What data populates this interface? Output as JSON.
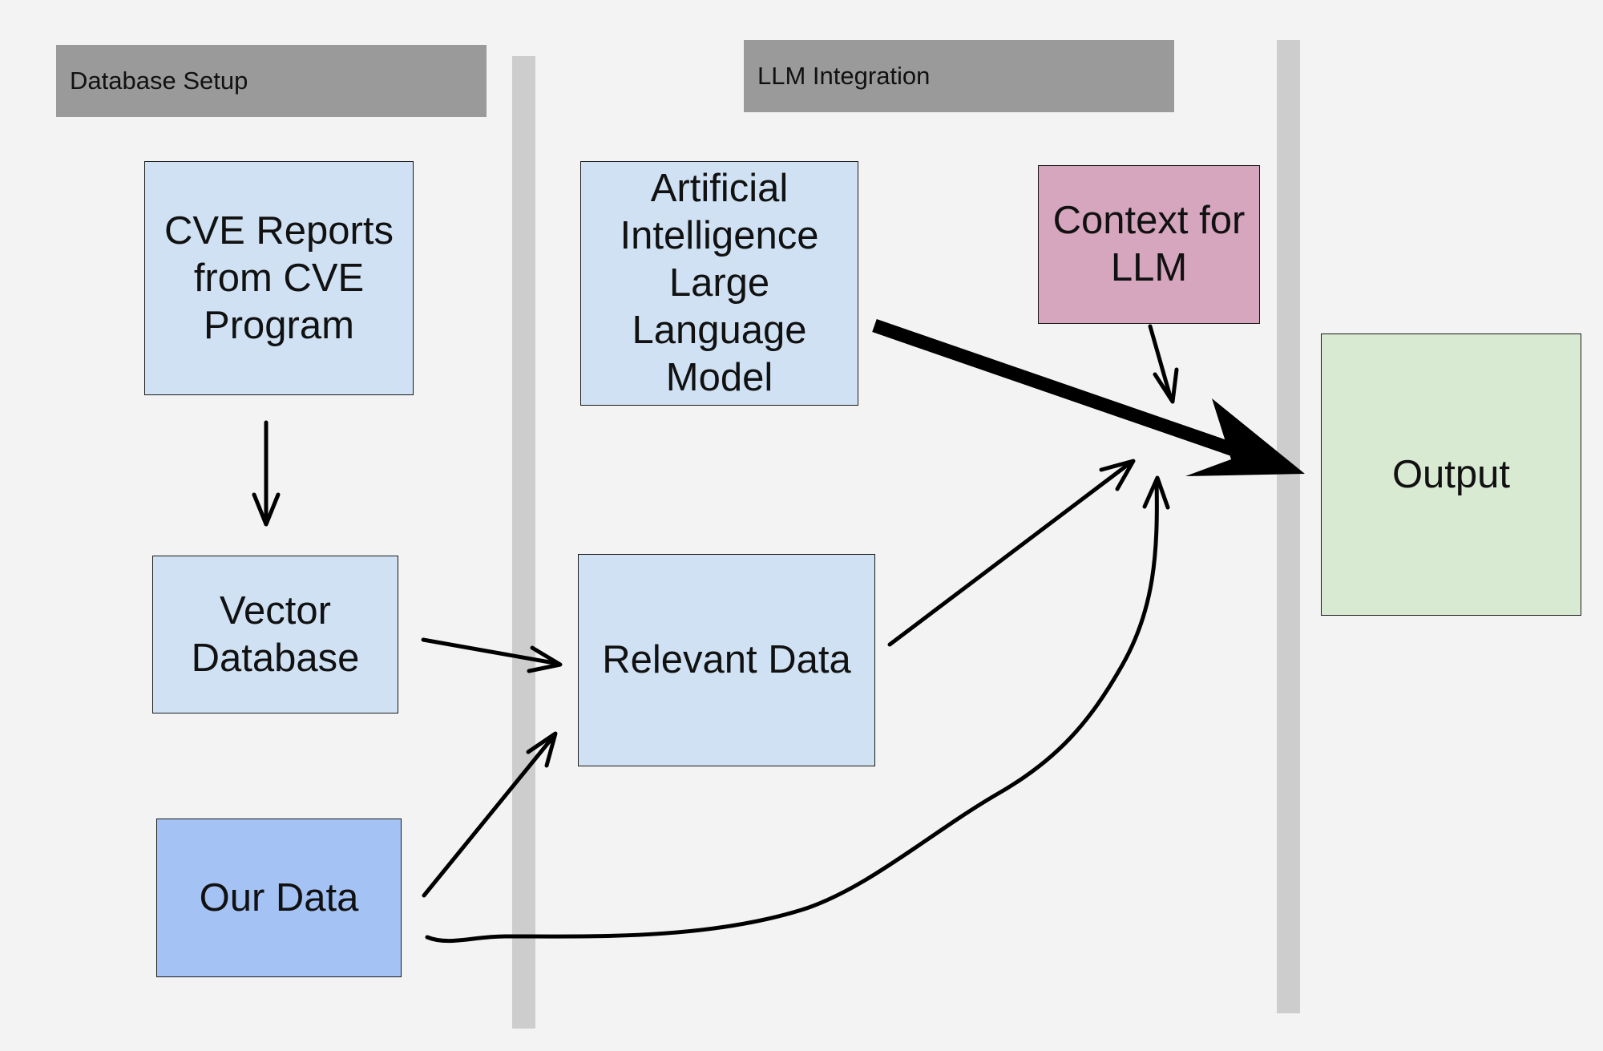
{
  "lanes": {
    "database_setup": "Database Setup",
    "llm_integration": "LLM Integration"
  },
  "nodes": {
    "cve_reports": "CVE Reports\nfrom CVE\nProgram",
    "vector_database": "Vector\nDatabase",
    "our_data": "Our Data",
    "llm": "Artificial\nIntelligence\nLarge\nLanguage\nModel",
    "relevant_data": "Relevant Data",
    "context": "Context for\nLLM",
    "output": "Output"
  },
  "colors": {
    "background": "#f3f3f3",
    "lane_header": "#9a9a9a",
    "divider": "#cdcdcd",
    "light_blue": "#cfe1f3",
    "blue": "#a4c2f4",
    "pink": "#d5a6bd",
    "green": "#d9ead3"
  },
  "edges": [
    {
      "from": "cve_reports",
      "to": "vector_database"
    },
    {
      "from": "vector_database",
      "to": "relevant_data"
    },
    {
      "from": "our_data",
      "to": "relevant_data"
    },
    {
      "from": "relevant_data",
      "to": "output"
    },
    {
      "from": "our_data",
      "to": "output"
    },
    {
      "from": "context",
      "to": "output"
    },
    {
      "from": "llm",
      "to": "output"
    }
  ]
}
